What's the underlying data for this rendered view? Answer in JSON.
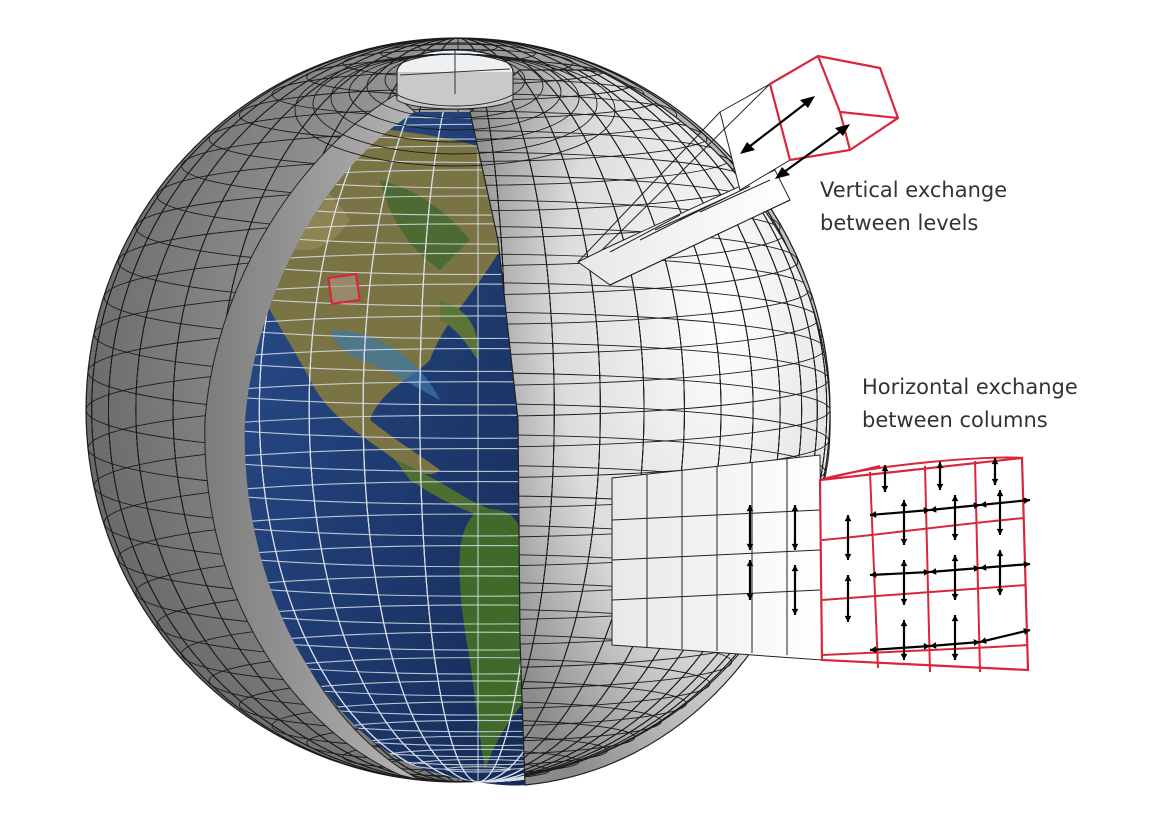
{
  "labels": {
    "vertical_line1": "Vertical exchange",
    "vertical_line2": "between levels",
    "horizontal_line1": "Horizontal exchange",
    "horizontal_line2": "between columns"
  },
  "colors": {
    "highlight": "#d9263d",
    "grid_line": "#1c1c1c",
    "shell": "#e6e6e6",
    "ocean": "#1f3e73",
    "land": "#6d6b3e"
  }
}
